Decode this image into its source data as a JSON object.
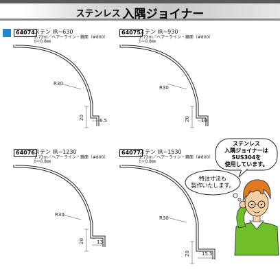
{
  "header": {
    "title_small": "ステンレス",
    "title_big": "入隅ジョイナー"
  },
  "products": [
    {
      "code": "64074",
      "name": "ステン IR−630",
      "desc1": "2.73m／ヘアーライン・鏡面（#800）",
      "desc2": "t＝0.8㎜",
      "radius": "R30",
      "height": "20",
      "width": "6.5"
    },
    {
      "code": "64075",
      "name": "ステン IR−930",
      "desc1": "2.73m／ヘアーライン・鏡面（#800）",
      "desc2": "t＝0.8㎜",
      "radius": "R30",
      "height": "20",
      "width": "10"
    },
    {
      "code": "64076",
      "name": "ステン IR−1230",
      "desc1": "2.73m／ヘアーライン・鏡面（#800）",
      "desc2": "t＝0.8㎜",
      "radius": "R30",
      "height": "20",
      "width": "13"
    },
    {
      "code": "64077",
      "name": "ステン IR−1530",
      "desc1": "2.73m／ヘアーライン・鏡面（#800）",
      "desc2": "t＝0.8㎜",
      "radius": "R30",
      "height": "20",
      "width": "15.5"
    }
  ],
  "speech": {
    "line1": "ステンレス",
    "line2": "入隅ジョイナーは",
    "line3": "SUS304を",
    "line4": "使用しています。",
    "thought1": "特注寸法も",
    "thought2": "製作いたします。"
  },
  "colors": {
    "accent": "#1f87c8",
    "mascot_hair": "#e07a1f",
    "mascot_shirt": "#6fbf2a"
  }
}
